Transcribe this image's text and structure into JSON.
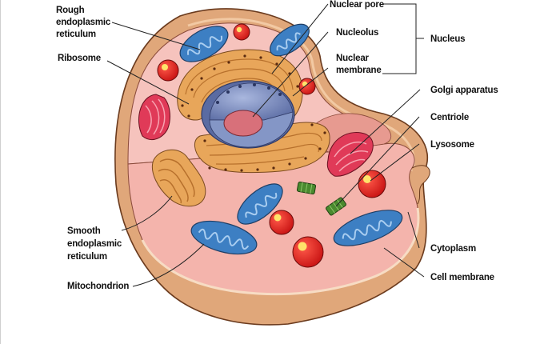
{
  "labels": {
    "rough_er": [
      "Rough",
      "endoplasmic",
      "reticulum"
    ],
    "ribosome": "Ribosome",
    "smooth_er": [
      "Smooth",
      "endoplasmic",
      "reticulum"
    ],
    "mitochondrion": "Mitochondrion",
    "nuclear_pore": "Nuclear pore",
    "nucleolus": "Nucleolus",
    "nuclear_membrane": [
      "Nuclear",
      "membrane"
    ],
    "nucleus": "Nucleus",
    "golgi": "Golgi apparatus",
    "centriole": "Centriole",
    "lysosome": "Lysosome",
    "cytoplasm": "Cytoplasm",
    "cell_membrane": "Cell membrane"
  },
  "colors": {
    "cell_outer": "#e0a77a",
    "cell_outer_stroke": "#6b3b1e",
    "cytoplasm": "#f6c3bd",
    "cut_face": "#f0a8a0",
    "mitochondrion": "#3d7fc3",
    "lysosome": "#e02020",
    "rough_er": "#e8a65a",
    "nucleus": "#6f82b8",
    "nucleolus": "#d8707a",
    "golgi": "#e03a58",
    "centriole": "#4a8a2e"
  }
}
